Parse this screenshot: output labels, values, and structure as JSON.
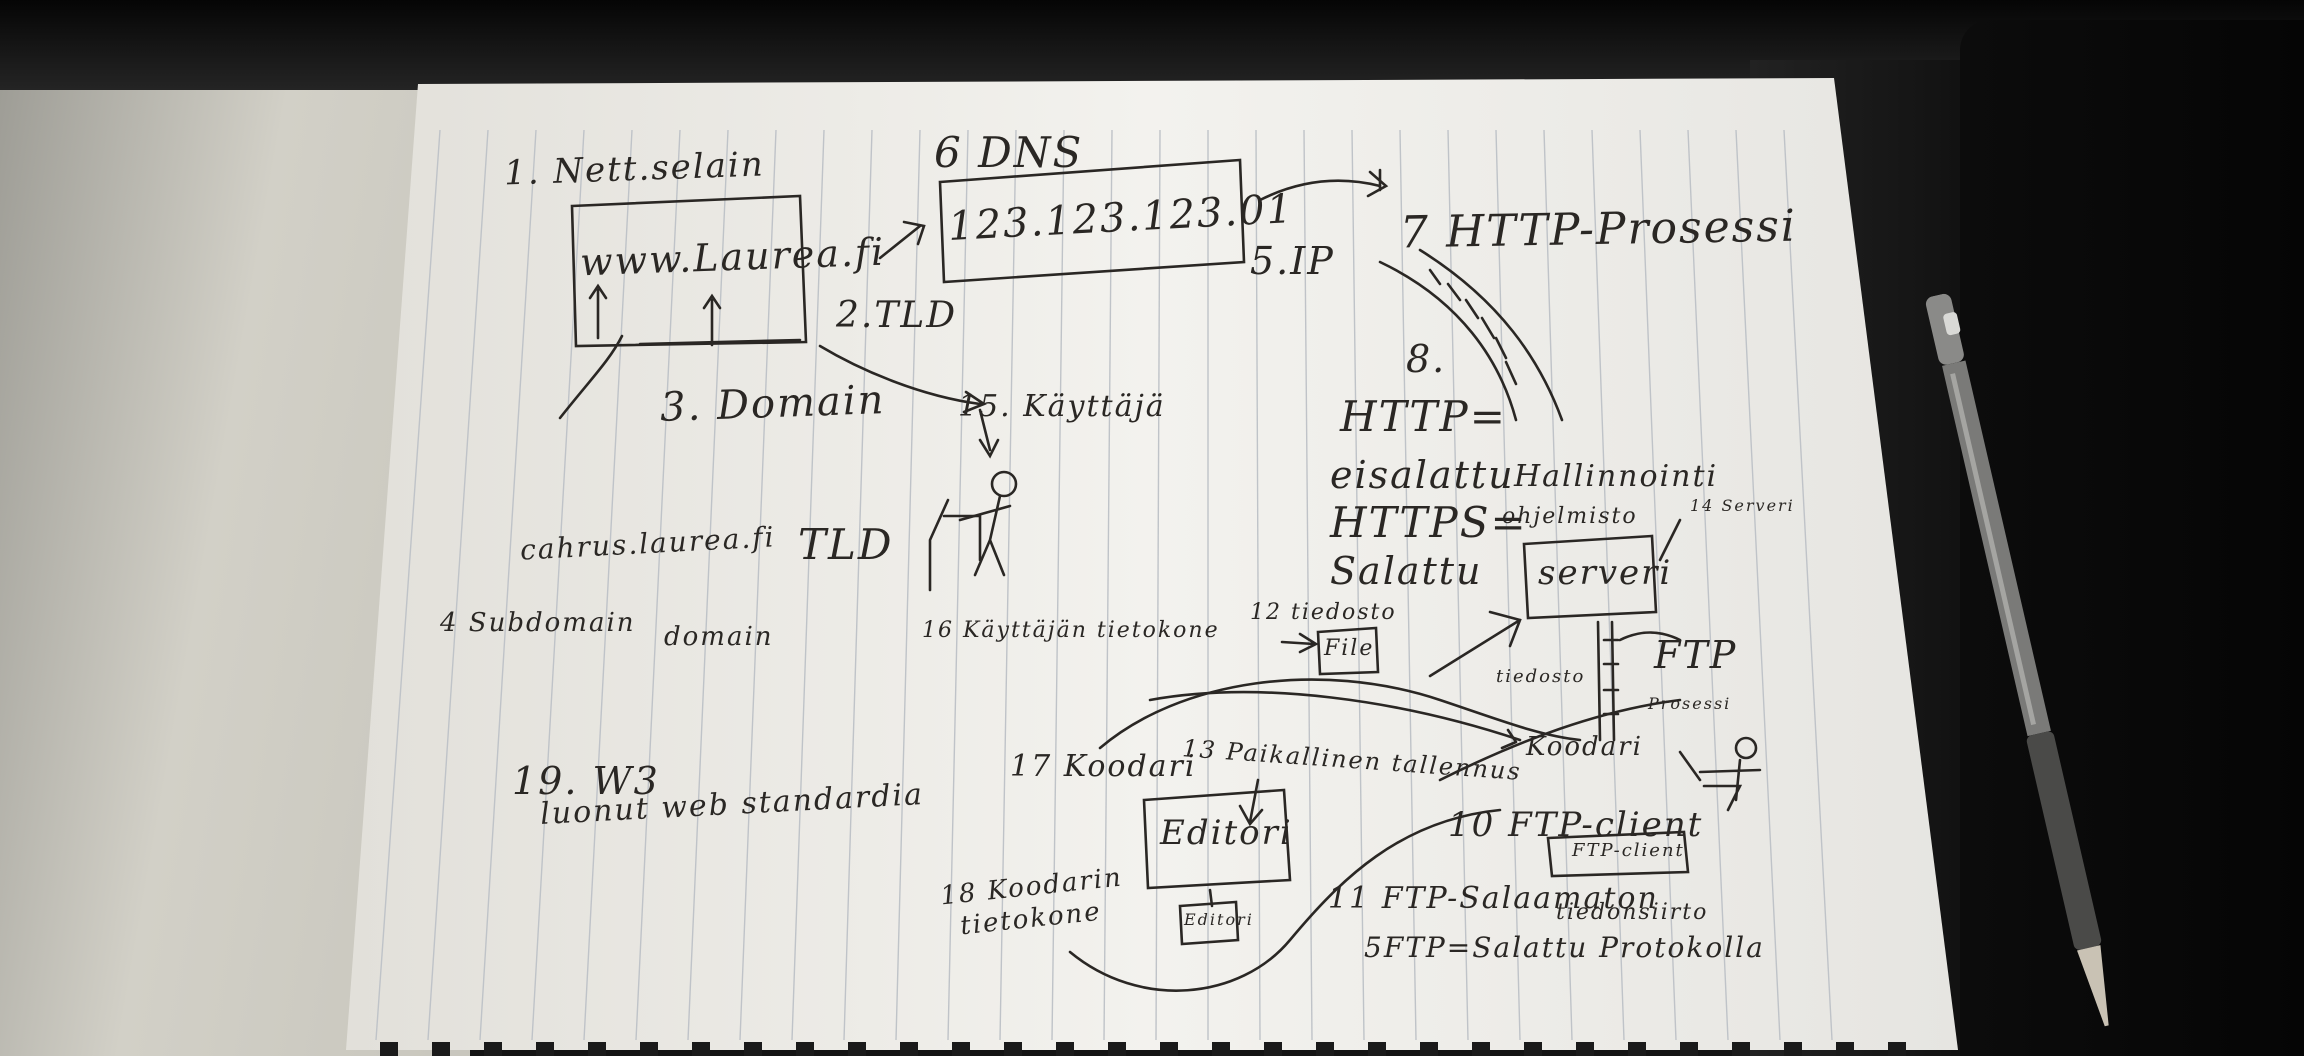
{
  "notes": {
    "n1": "1. Nett.selain",
    "n_dns": "6 DNS",
    "n_ip": "123.123.123.01",
    "n_www": "www.Laurea.fi",
    "n_tld2": "2.TLD",
    "n_domain3": "3. Domain",
    "n5ip": "5.IP",
    "n7": "7 HTTP-Prosessi",
    "n8": "8.",
    "n_http1": "HTTP=",
    "n_http2": "eisalattu",
    "n_https1": "HTTPS=",
    "n_https2": "Salattu",
    "n_hallinnointi1": "Hallinnointi",
    "n_hallinnointi2": "ohjelmisto",
    "n_server": "serveri",
    "n14": "14 Serveri",
    "n15": "15. Käyttäjä",
    "n16": "16 Käyttäjän tietokone",
    "n_cahrus": "cahrus.laurea.fi",
    "n_tld": "TLD",
    "n4a": "4 Subdomain",
    "n4b": "domain",
    "n12": "12 tiedosto",
    "n_file": "File",
    "n_ftp": "FTP",
    "n_ftp2": "Prosessi",
    "n_tiedosto": "tiedosto",
    "n19a": "19. W3",
    "n19b": "luonut web standardia",
    "n17": "17 Koodari",
    "n13": "13 Paikallinen tallennus",
    "n_koodari": "Koodari",
    "n_editor": "Editori",
    "n_editor_label": "Editori",
    "n18a": "18 Koodarin",
    "n18b": "tietokone",
    "n10": "10 FTP-client",
    "n_ftp_box": "FTP-client",
    "n11a": "11 FTP-Salaamaton",
    "n11b": "tiedonsiirto",
    "n5ftp": "5FTP=Salattu Protokolla"
  },
  "colors": {
    "paper": "#f1f0ec",
    "ink": "#2a2724",
    "ruled_line": "#bfc3c8",
    "pen_body": "#6d6d6b"
  }
}
